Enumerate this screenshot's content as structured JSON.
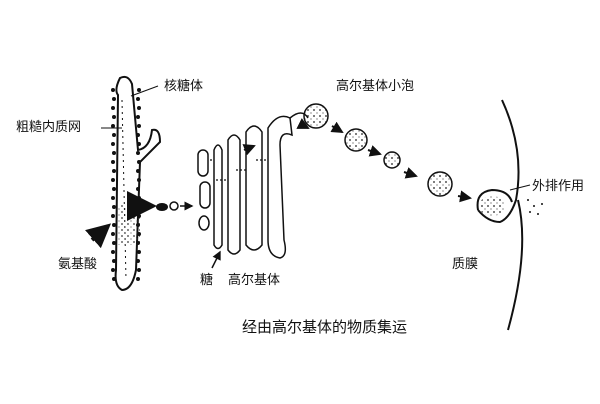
{
  "labels": {
    "ribosome": "核糖体",
    "rough_er": "粗糙内质网",
    "amino_acid": "氨基酸",
    "sugar": "糖",
    "golgi": "高尔基体",
    "golgi_vesicle": "高尔基体小泡",
    "plasma_membrane": "质膜",
    "exocytosis": "外排作用"
  },
  "caption": "经由高尔基体的物质集运",
  "colors": {
    "ink": "#111111",
    "paper": "#ffffff"
  }
}
